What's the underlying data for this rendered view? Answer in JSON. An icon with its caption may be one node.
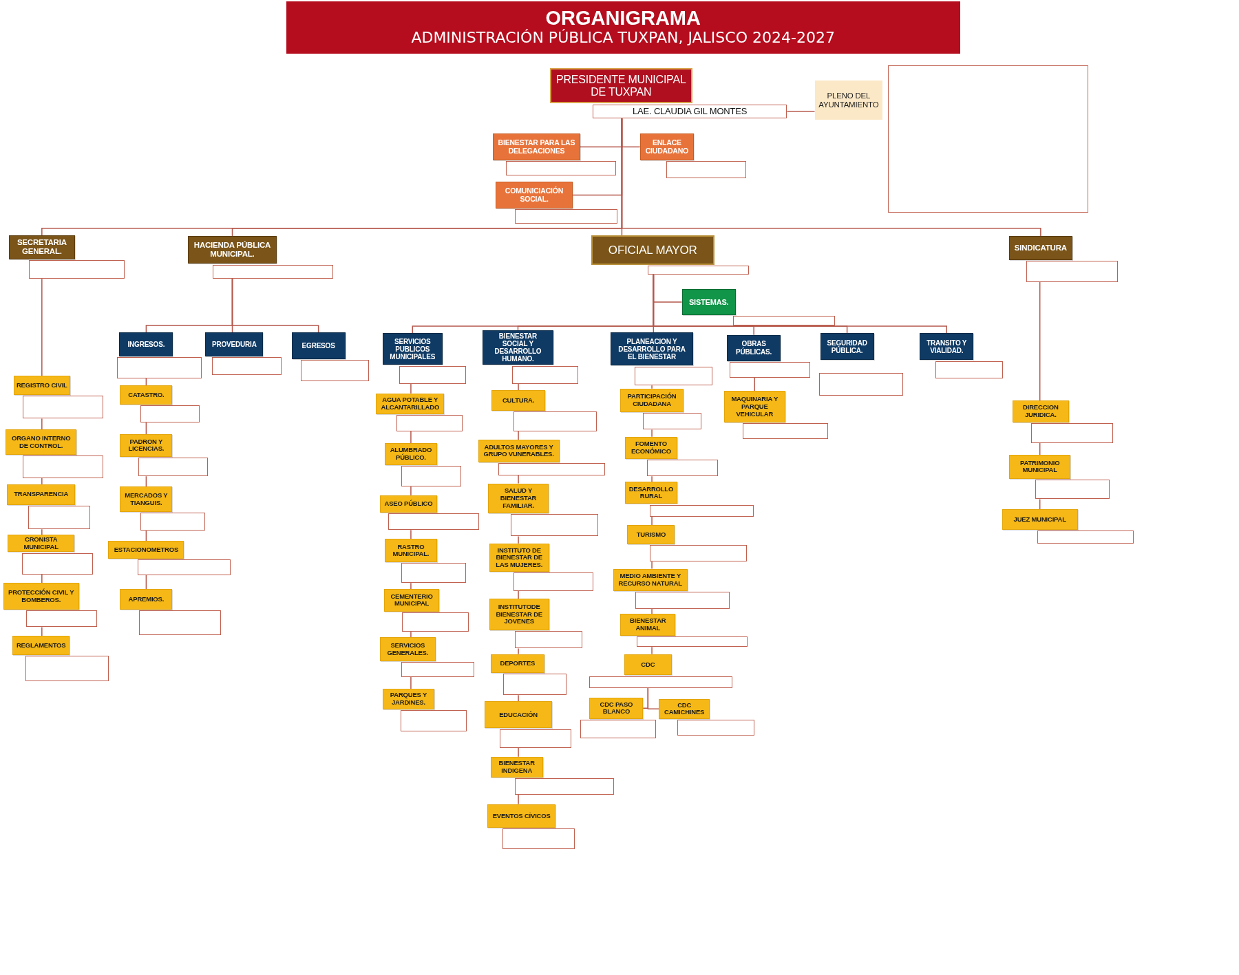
{
  "diagram": {
    "title": "ORGANIGRAMA",
    "nodes": [
      {
        "text": [
          "PRESIDENTE MUNICIPAL DE TUXPAN"
        ]
      },
      {
        "text": [
          "LAE. CLAUDIA GIL MONTES"
        ]
      },
      {
        "text": [
          "PLENO DEL AYUNTAMIENTO"
        ]
      },
      {
        "text": [],
        "shape": "box"
      },
      {
        "text": [
          "BIENESTAR PARA LAS DELEGACIONES"
        ]
      },
      {
        "text": [],
        "shape": "box"
      },
      {
        "text": [
          "ENLACE CIUDADANO"
        ]
      },
      {
        "text": [],
        "shape": "box"
      },
      {
        "text": [
          "COMUNICIACIÓN SOCIAL."
        ]
      },
      {
        "text": [],
        "shape": "box"
      },
      {
        "text": [
          "SECRETARIA GENERAL."
        ]
      },
      {
        "text": [],
        "shape": "box"
      },
      {
        "text": [
          "HACIENDA PÚBLICA MUNICIPAL."
        ]
      },
      {
        "text": [],
        "shape": "box"
      },
      {
        "text": [
          "OFICIAL MAYOR"
        ]
      },
      {
        "text": [],
        "shape": "box"
      },
      {
        "text": [
          "SINDICATURA"
        ]
      },
      {
        "text": [],
        "shape": "box"
      },
      {
        "text": [
          "SISTEMAS."
        ]
      },
      {
        "text": [],
        "shape": "box"
      },
      {
        "text": [
          "INGRESOS."
        ]
      },
      {
        "text": [],
        "shape": "box"
      },
      {
        "text": [
          "PROVEDURIA"
        ]
      },
      {
        "text": [],
        "shape": "box"
      },
      {
        "text": [
          "EGRESOS"
        ]
      },
      {
        "text": [],
        "shape": "box"
      },
      {
        "text": [
          "SERVICIOS PUBLICOS MUNICIPALES"
        ]
      },
      {
        "text": [],
        "shape": "box"
      },
      {
        "text": [
          "BIENESTAR SOCIAL Y DESARROLLO HUMANO."
        ]
      },
      {
        "text": [],
        "shape": "box"
      },
      {
        "text": [
          "PLANEACION Y DESARROLLO PARA EL BIENESTAR"
        ]
      },
      {
        "text": [],
        "shape": "box"
      },
      {
        "text": [
          "OBRAS PÚBLICAS."
        ]
      },
      {
        "text": [],
        "shape": "box"
      },
      {
        "text": [
          "SEGURIDAD PÚBLICA."
        ]
      },
      {
        "text": [],
        "shape": "box"
      },
      {
        "text": [
          "TRANSITO Y VIALIDAD."
        ]
      },
      {
        "text": [],
        "shape": "box"
      },
      {
        "text": [
          "REGISTRO CIVIL"
        ]
      },
      {
        "text": [],
        "shape": "box"
      },
      {
        "text": [
          "ORGANO INTERNO DE CONTROL."
        ]
      },
      {
        "text": [],
        "shape": "box"
      },
      {
        "text": [
          "TRANSPARENCIA"
        ]
      },
      {
        "text": [],
        "shape": "box"
      },
      {
        "text": [
          "CRONISTA MUNICIPAL"
        ]
      },
      {
        "text": [],
        "shape": "box"
      },
      {
        "text": [
          "PROTECCIÓN CIVIL Y BOMBEROS."
        ]
      },
      {
        "text": [],
        "shape": "box"
      },
      {
        "text": [
          "REGLAMENTOS"
        ]
      },
      {
        "text": [],
        "shape": "box"
      },
      {
        "text": [
          "CATASTRO."
        ]
      },
      {
        "text": [],
        "shape": "box"
      },
      {
        "text": [
          "PADRON Y LICENCIAS."
        ]
      },
      {
        "text": [],
        "shape": "box"
      },
      {
        "text": [
          "MERCADOS Y TIANGUIS."
        ]
      },
      {
        "text": [],
        "shape": "box"
      },
      {
        "text": [
          "ESTACIONOMETROS"
        ]
      },
      {
        "text": [],
        "shape": "box"
      },
      {
        "text": [
          "APREMIOS."
        ]
      },
      {
        "text": [],
        "shape": "box"
      },
      {
        "text": [
          "AGUA POTABLE Y ALCANTARILLADO"
        ]
      },
      {
        "text": [],
        "shape": "box"
      },
      {
        "text": [
          "ALUMBRADO PÚBLICO."
        ]
      },
      {
        "text": [],
        "shape": "box"
      },
      {
        "text": [
          "ASEO PÚBLICO"
        ]
      },
      {
        "text": [],
        "shape": "box"
      },
      {
        "text": [
          "RASTRO MUNICIPAL."
        ]
      },
      {
        "text": [],
        "shape": "box"
      },
      {
        "text": [
          "CEMENTERIO MUNICIPAL"
        ]
      },
      {
        "text": [],
        "shape": "box"
      },
      {
        "text": [
          "SERVICIOS GENERALES."
        ]
      },
      {
        "text": [],
        "shape": "box"
      },
      {
        "text": [
          "PARQUES Y JARDINES."
        ]
      },
      {
        "text": [],
        "shape": "box"
      },
      {
        "text": [
          "CULTURA."
        ]
      },
      {
        "text": [],
        "shape": "box"
      },
      {
        "text": [
          "ADULTOS MAYORES Y GRUPO VUNERABLES."
        ]
      },
      {
        "text": [],
        "shape": "box"
      },
      {
        "text": [
          "SALUD Y BIENESTAR FAMILIAR."
        ]
      },
      {
        "text": [],
        "shape": "box"
      },
      {
        "text": [
          "INSTITUTO DE BIENESTAR DE LAS MUJERES."
        ]
      },
      {
        "text": [],
        "shape": "box"
      },
      {
        "text": [
          "INSTITUTODE BIENESTAR DE JOVENES"
        ]
      },
      {
        "text": [],
        "shape": "box"
      },
      {
        "text": [
          "DEPORTES"
        ]
      },
      {
        "text": [],
        "shape": "box"
      },
      {
        "text": [
          "EDUCACIÓN"
        ]
      },
      {
        "text": [],
        "shape": "box"
      },
      {
        "text": [
          "BIENESTAR INDIGENA"
        ]
      },
      {
        "text": [],
        "shape": "box"
      },
      {
        "text": [
          "EVENTOS CÍVICOS"
        ]
      },
      {
        "text": [],
        "shape": "box"
      },
      {
        "text": [
          "PARTICIPACIÓN CIUDADANA"
        ]
      },
      {
        "text": [],
        "shape": "box"
      },
      {
        "text": [
          "FOMENTO ECONÓMICO"
        ]
      },
      {
        "text": [],
        "shape": "box"
      },
      {
        "text": [
          "DESARROLLO RURAL"
        ]
      },
      {
        "text": [],
        "shape": "box"
      },
      {
        "text": [
          "TURISMO"
        ]
      },
      {
        "text": [],
        "shape": "box"
      },
      {
        "text": [
          "MEDIO AMBIENTE Y RECURSO NATURAL"
        ]
      },
      {
        "text": [],
        "shape": "box"
      },
      {
        "text": [
          "BIENESTAR ANIMAL"
        ]
      },
      {
        "text": [],
        "shape": "box"
      },
      {
        "text": [
          "CDC"
        ]
      },
      {
        "text": [],
        "shape": "box"
      },
      {
        "text": [
          "CDC PASO BLANCO"
        ]
      },
      {
        "text": [],
        "shape": "box"
      },
      {
        "text": [
          "CDC CAMICHINES"
        ]
      },
      {
        "text": [],
        "shape": "box"
      },
      {
        "text": [
          "MAQUINARIA Y PARQUE VEHICULAR"
        ]
      },
      {
        "text": [],
        "shape": "box"
      },
      {
        "text": [
          "DIRECCION JURIDICA."
        ]
      },
      {
        "text": [],
        "shape": "box"
      },
      {
        "text": [
          "PATRIMONIO MUNICIPAL"
        ]
      },
      {
        "text": [],
        "shape": "box"
      },
      {
        "text": [
          "JUEZ MUNICIPAL"
        ]
      },
      {
        "text": [],
        "shape": "box"
      }
    ],
    "edges": [
      {
        "from": 1,
        "to": 2,
        "arrow": "none"
      },
      {
        "from": 1,
        "to": 4,
        "arrow": "none"
      },
      {
        "from": 1,
        "to": 6,
        "arrow": "none"
      },
      {
        "from": 1,
        "to": 8,
        "arrow": "none"
      },
      {
        "from": 1,
        "to": 10,
        "arrow": "none"
      },
      {
        "from": 1,
        "to": 12,
        "arrow": "none"
      },
      {
        "from": 1,
        "to": 14,
        "arrow": "none"
      },
      {
        "from": 1,
        "to": 16,
        "arrow": "none"
      },
      {
        "from": 15,
        "to": 18,
        "arrow": "none"
      },
      {
        "from": 13,
        "to": 20,
        "arrow": "none"
      },
      {
        "from": 13,
        "to": 22,
        "arrow": "none"
      },
      {
        "from": 13,
        "to": 24,
        "arrow": "none"
      },
      {
        "from": 15,
        "to": 26,
        "arrow": "none"
      },
      {
        "from": 15,
        "to": 28,
        "arrow": "none"
      },
      {
        "from": 15,
        "to": 30,
        "arrow": "none"
      },
      {
        "from": 15,
        "to": 32,
        "arrow": "none"
      },
      {
        "from": 15,
        "to": 34,
        "arrow": "none"
      },
      {
        "from": 15,
        "to": 36,
        "arrow": "none"
      },
      {
        "from": 11,
        "to": 38,
        "arrow": "none"
      },
      {
        "from": 39,
        "to": 40,
        "arrow": "none"
      },
      {
        "from": 41,
        "to": 42,
        "arrow": "none"
      },
      {
        "from": 43,
        "to": 44,
        "arrow": "none"
      },
      {
        "from": 45,
        "to": 46,
        "arrow": "none"
      },
      {
        "from": 47,
        "to": 48,
        "arrow": "none"
      },
      {
        "from": 21,
        "to": 50,
        "arrow": "none"
      },
      {
        "from": 51,
        "to": 52,
        "arrow": "none"
      },
      {
        "from": 53,
        "to": 54,
        "arrow": "none"
      },
      {
        "from": 55,
        "to": 56,
        "arrow": "none"
      },
      {
        "from": 57,
        "to": 58,
        "arrow": "none"
      },
      {
        "from": 27,
        "to": 60,
        "arrow": "none"
      },
      {
        "from": 61,
        "to": 62,
        "arrow": "none"
      },
      {
        "from": 63,
        "to": 64,
        "arrow": "none"
      },
      {
        "from": 65,
        "to": 66,
        "arrow": "none"
      },
      {
        "from": 67,
        "to": 68,
        "arrow": "none"
      },
      {
        "from": 69,
        "to": 70,
        "arrow": "none"
      },
      {
        "from": 71,
        "to": 72,
        "arrow": "none"
      },
      {
        "from": 29,
        "to": 74,
        "arrow": "none"
      },
      {
        "from": 75,
        "to": 76,
        "arrow": "none"
      },
      {
        "from": 77,
        "to": 78,
        "arrow": "none"
      },
      {
        "from": 79,
        "to": 80,
        "arrow": "none"
      },
      {
        "from": 81,
        "to": 82,
        "arrow": "none"
      },
      {
        "from": 83,
        "to": 84,
        "arrow": "none"
      },
      {
        "from": 85,
        "to": 86,
        "arrow": "none"
      },
      {
        "from": 87,
        "to": 88,
        "arrow": "none"
      },
      {
        "from": 89,
        "to": 90,
        "arrow": "none"
      },
      {
        "from": 31,
        "to": 92,
        "arrow": "none"
      },
      {
        "from": 93,
        "to": 94,
        "arrow": "none"
      },
      {
        "from": 95,
        "to": 96,
        "arrow": "none"
      },
      {
        "from": 97,
        "to": 98,
        "arrow": "none"
      },
      {
        "from": 99,
        "to": 100,
        "arrow": "none"
      },
      {
        "from": 101,
        "to": 102,
        "arrow": "none"
      },
      {
        "from": 103,
        "to": 104,
        "arrow": "none"
      },
      {
        "from": 105,
        "to": 106,
        "arrow": "none"
      },
      {
        "from": 105,
        "to": 108,
        "arrow": "none"
      },
      {
        "from": 33,
        "to": 110,
        "arrow": "none"
      },
      {
        "from": 17,
        "to": 112,
        "arrow": "none"
      },
      {
        "from": 113,
        "to": 114,
        "arrow": "none"
      },
      {
        "from": 115,
        "to": 116,
        "arrow": "none"
      }
    ],
    "labels": [
      "ADMINISTRACIÓN PÚBLICA TUXPAN, JALISCO 2024-2027"
    ]
  }
}
